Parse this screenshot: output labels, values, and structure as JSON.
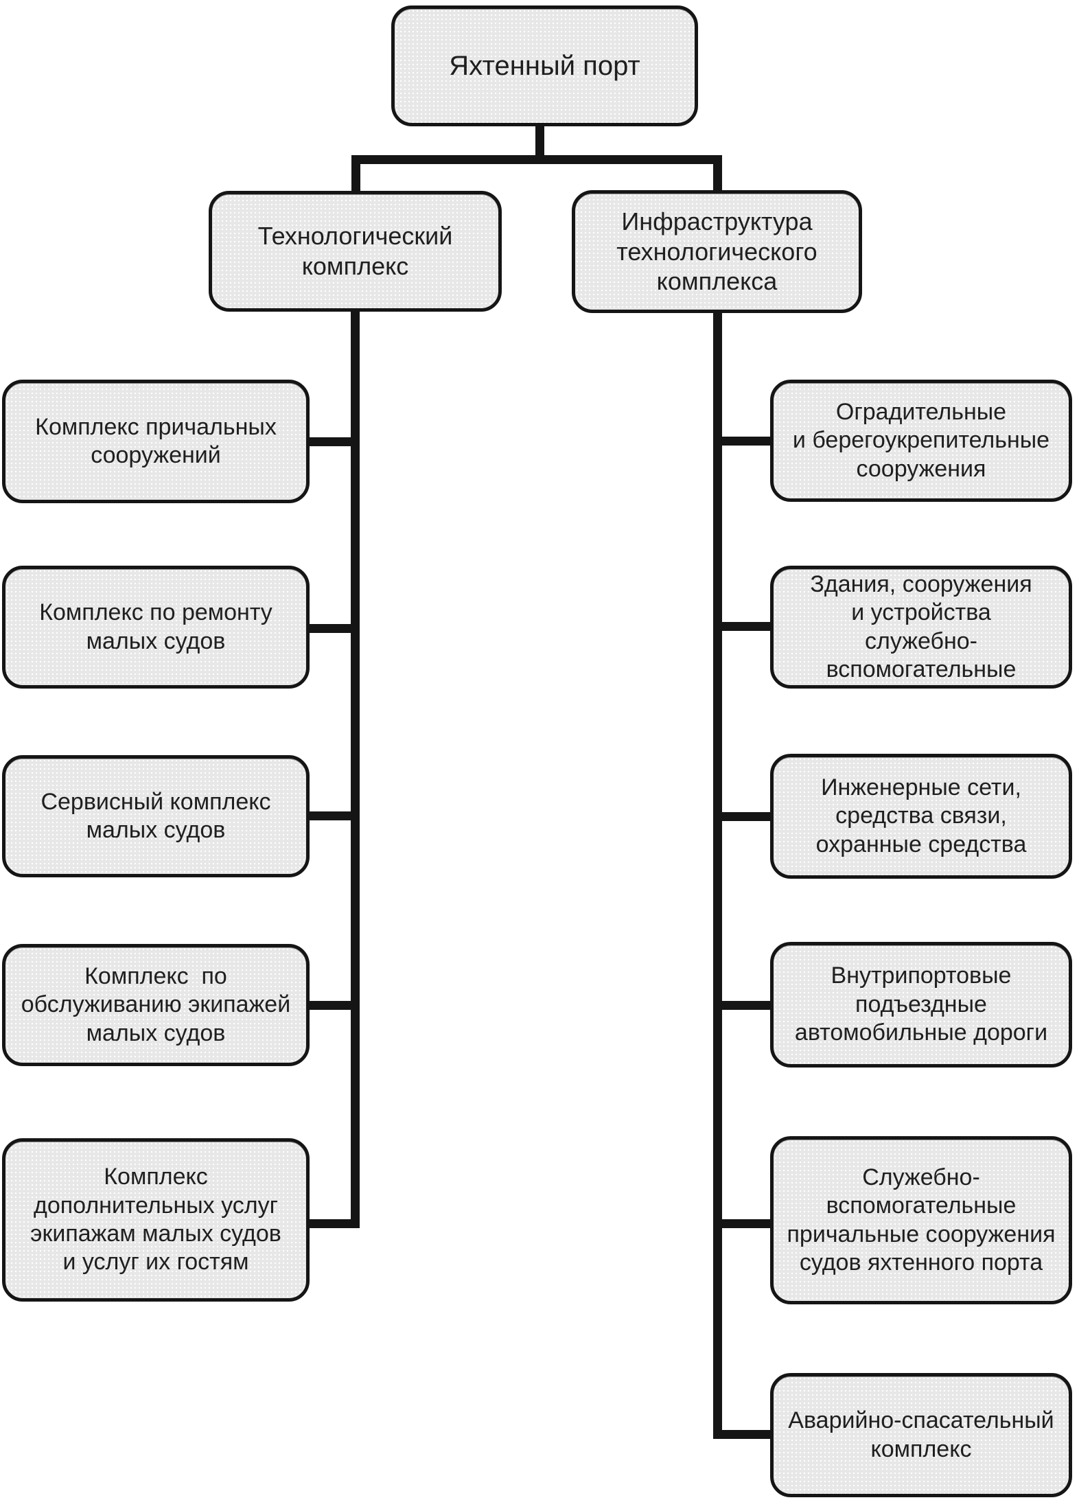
{
  "diagram": {
    "root": {
      "label": "Яхтенный порт"
    },
    "left_branch": {
      "label": "Технологический\nкомплекс"
    },
    "right_branch": {
      "label": "Инфраструктура\nтехнологического\nкомплекса"
    },
    "left_children": [
      {
        "label": "Комплекс причальных\nсооружений"
      },
      {
        "label": "Комплекс по ремонту\nмалых судов"
      },
      {
        "label": "Сервисный комплекс\nмалых судов"
      },
      {
        "label": "Комплекс  по\nобслуживанию экипажей\nмалых судов"
      },
      {
        "label": "Комплекс\nдополнительных услуг\nэкипажам малых судов\nи услуг их гостям"
      }
    ],
    "right_children": [
      {
        "label": "Оградительные\nи берегоукрепительные\nсооружения"
      },
      {
        "label": "Здания, сооружения\nи устройства\nслужебно-\nвспомогательные"
      },
      {
        "label": "Инженерные сети,\nсредства связи,\nохранные средства"
      },
      {
        "label": "Внутрипортовые\nподъездные\nавтомобильные дороги"
      },
      {
        "label": "Служебно-\nвспомогательные\nпричальные сооружения\nсудов яхтенного порта"
      },
      {
        "label": "Аварийно-спасательный\nкомплекс"
      }
    ]
  },
  "colors": {
    "box_fill": "#e7e7e7",
    "box_border": "#151515",
    "line": "#151515",
    "text": "#1f1f1f",
    "background": "#ffffff"
  }
}
